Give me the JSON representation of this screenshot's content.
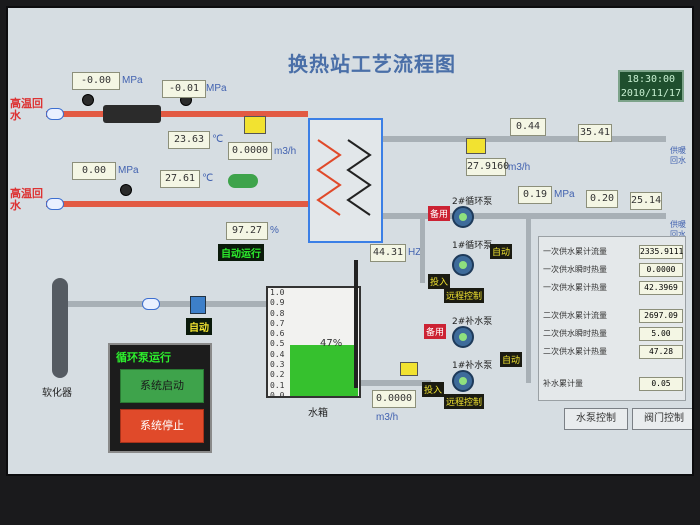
{
  "header": {
    "title": "换热站工艺流程图",
    "clock_time": "18:30:00",
    "clock_date": "2010/11/17"
  },
  "left_labels": {
    "high_temp_return": "高温回水",
    "high_temp_return_2": "高温回水",
    "softener": "软化器"
  },
  "line1": {
    "pressure_a": "-0.00",
    "pressure_a_unit": "MPa",
    "pressure_b": "-0.01",
    "pressure_b_unit": "MPa",
    "temp": "23.63",
    "temp_unit": "℃",
    "flow": "0.0000",
    "flow_unit": "m3/h"
  },
  "line2": {
    "pressure": "0.00",
    "pressure_unit": "MPa",
    "temp": "27.61",
    "temp_unit": "℃",
    "valve_pct": "97.27",
    "valve_unit": "%",
    "auto_tag": "自动运行"
  },
  "right_top": {
    "val_a": "0.44",
    "val_b": "35.41",
    "flow": "27.9160",
    "flow_unit": "m3/h",
    "label": "供暖回水"
  },
  "right_mid": {
    "val_a": "0.19",
    "val_a_unit": "MPa",
    "val_b": "0.20",
    "val_c": "25.14",
    "label": "供暖回水",
    "freq": "44.31",
    "freq_unit": "HZ"
  },
  "circ_pumps": {
    "pump2_name": "2#循环泵",
    "pump1_name": "1#循环泵",
    "standby": "备用",
    "auto": "自动",
    "input": "投入",
    "remote": "远程控制"
  },
  "makeup_pumps": {
    "pump2_name": "2#补水泵",
    "pump1_name": "1#补水泵",
    "standby": "备用",
    "auto": "自动",
    "input": "投入",
    "remote": "远程控制",
    "flow": "0.0000",
    "flow_unit": "m3/h"
  },
  "softener_line": {
    "auto": "自动"
  },
  "tank": {
    "label": "水箱",
    "level_text": "47%",
    "level": 0.47,
    "scale": [
      "1.0",
      "0.9",
      "0.8",
      "0.7",
      "0.6",
      "0.5",
      "0.4",
      "0.3",
      "0.2",
      "0.1",
      "0.0"
    ]
  },
  "control_box": {
    "title": "循环泵运行",
    "start": "系统启动",
    "stop": "系统停止"
  },
  "panel": {
    "rows_a": [
      {
        "label": "一次供水累计流量",
        "value": "2335.9111"
      },
      {
        "label": "一次供水瞬时热量",
        "value": "0.0000"
      },
      {
        "label": "一次供水累计热量",
        "value": "42.3969"
      }
    ],
    "rows_b": [
      {
        "label": "二次供水累计流量",
        "value": "2697.09"
      },
      {
        "label": "二次供水瞬时热量",
        "value": "5.00"
      },
      {
        "label": "二次供水累计热量",
        "value": "47.28"
      }
    ],
    "makeup_total_label": "补水累计量",
    "makeup_total_value": "0.05"
  },
  "tabs": {
    "pump_control": "水泵控制",
    "valve_control": "阀门控制"
  },
  "colors": {
    "supply_pipe": "#e25a43",
    "return_pipe": "#a8b0b6",
    "exchanger_border": "#3b7fe6",
    "tank_fill": "#36c12e",
    "start_button": "#3ea34b",
    "stop_button": "#e04a2a"
  }
}
